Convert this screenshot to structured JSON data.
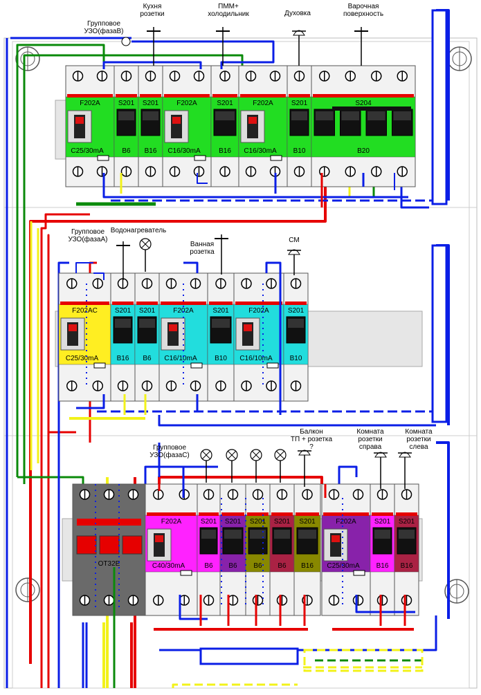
{
  "rows": [
    {
      "id": "row1",
      "devices": [
        {
          "kind": "rcd",
          "model": "F202A",
          "rating": "C25/30mA",
          "color": "#22dd22"
        },
        {
          "kind": "mcb",
          "model": "S201",
          "rating": "B6",
          "color": "#22dd22"
        },
        {
          "kind": "mcb",
          "model": "S201",
          "rating": "B16",
          "color": "#22dd22"
        },
        {
          "kind": "rcd",
          "model": "F202A",
          "rating": "C16/30mA",
          "color": "#22dd22"
        },
        {
          "kind": "mcb",
          "model": "S201",
          "rating": "B16",
          "color": "#22dd22"
        },
        {
          "kind": "rcd",
          "model": "F202A",
          "rating": "C16/30mA",
          "color": "#22dd22"
        },
        {
          "kind": "mcb",
          "model": "S201",
          "rating": "B10",
          "color": "#22dd22"
        },
        {
          "kind": "mcb4",
          "model": "S204",
          "rating": "B20",
          "color": "#22dd22"
        }
      ],
      "labels": [
        {
          "key": "group_rcd_b",
          "lines": [
            "Групповое",
            "УЗО(фазаB)"
          ]
        },
        {
          "key": "kitchen",
          "lines": [
            "Кухня",
            "розетки"
          ]
        },
        {
          "key": "pmm",
          "lines": [
            "ПММ+",
            "холодильник"
          ]
        },
        {
          "key": "oven",
          "lines": [
            "Духовка"
          ]
        },
        {
          "key": "hob",
          "lines": [
            "Варочная",
            "поверхность"
          ]
        }
      ]
    },
    {
      "id": "row2",
      "devices": [
        {
          "kind": "rcd",
          "model": "F202AC",
          "rating": "C25/30mA",
          "color": "#ffee22"
        },
        {
          "kind": "mcb",
          "model": "S201",
          "rating": "B16",
          "color": "#22dddd"
        },
        {
          "kind": "mcb",
          "model": "S201",
          "rating": "B6",
          "color": "#22dddd"
        },
        {
          "kind": "rcd",
          "model": "F202A",
          "rating": "C16/10mA",
          "color": "#22dddd"
        },
        {
          "kind": "mcb",
          "model": "S201",
          "rating": "B10",
          "color": "#22dddd"
        },
        {
          "kind": "rcd",
          "model": "F202A",
          "rating": "C16/10mA",
          "color": "#22dddd"
        },
        {
          "kind": "mcb",
          "model": "S201",
          "rating": "B10",
          "color": "#22dddd"
        }
      ],
      "labels": [
        {
          "key": "group_rcd_a",
          "lines": [
            "Групповое",
            "УЗО(фазаA)"
          ]
        },
        {
          "key": "water_heater",
          "lines": [
            "Водонагреватель"
          ]
        },
        {
          "key": "bath",
          "lines": [
            "Ванная",
            "розетка"
          ]
        },
        {
          "key": "sm",
          "lines": [
            "СМ"
          ]
        }
      ]
    },
    {
      "id": "row3",
      "devices": [
        {
          "kind": "switch",
          "model": "OT32E",
          "rating": "",
          "color": "#444444"
        },
        {
          "kind": "rcd",
          "model": "F202A",
          "rating": "C40/30mA",
          "color": "#ff22ff"
        },
        {
          "kind": "mcb",
          "model": "S201",
          "rating": "B6",
          "color": "#ff22ff"
        },
        {
          "kind": "mcb",
          "model": "S201",
          "rating": "B6",
          "color": "#8822aa"
        },
        {
          "kind": "mcb",
          "model": "S201",
          "rating": "B6",
          "color": "#888800"
        },
        {
          "kind": "mcb",
          "model": "S201",
          "rating": "B6",
          "color": "#aa2244"
        },
        {
          "kind": "mcb",
          "model": "S201",
          "rating": "B16",
          "color": "#888800"
        },
        {
          "kind": "rcd",
          "model": "F202A",
          "rating": "C25/30mA",
          "color": "#8822aa"
        },
        {
          "kind": "mcb",
          "model": "S201",
          "rating": "B16",
          "color": "#ff22ff"
        },
        {
          "kind": "mcb",
          "model": "S201",
          "rating": "B16",
          "color": "#aa2244"
        }
      ],
      "labels": [
        {
          "key": "group_rcd_c",
          "lines": [
            "Групповое",
            "УЗО(фазаC)"
          ]
        },
        {
          "key": "balcony",
          "lines": [
            "Балкон",
            "ТП + розетка",
            "?"
          ]
        },
        {
          "key": "room_right",
          "lines": [
            "Комната",
            "розетки",
            "справа"
          ]
        },
        {
          "key": "room_left",
          "lines": [
            "Комната",
            "розетки",
            "слева"
          ]
        }
      ]
    }
  ],
  "colors": {
    "phase_red": "#e60000",
    "neutral_blue": "#0a1ee6",
    "earth_green": "#0a8a0a",
    "earth_yellow": "#f2f21a",
    "rail": "#dddddd"
  }
}
